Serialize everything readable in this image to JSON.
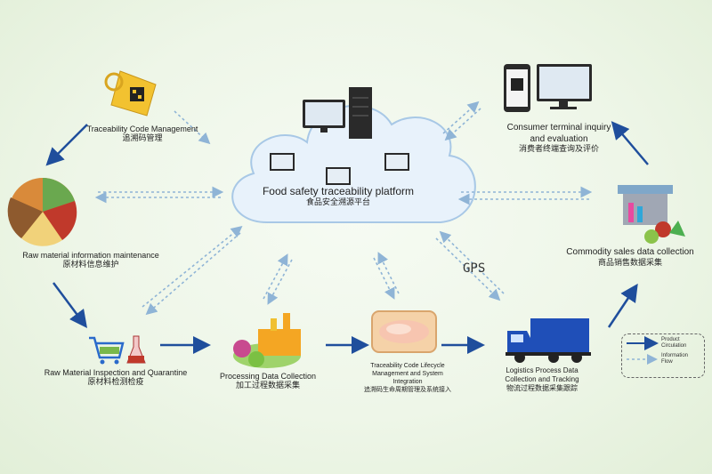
{
  "platform": {
    "en": "Food safety traceability platform",
    "zh": "食品安全溯源平台"
  },
  "nodes": {
    "code_mgmt": {
      "en": "Traceability Code Management",
      "zh": "追溯码管理"
    },
    "raw_info": {
      "en": "Raw material information maintenance",
      "zh": "原材料信息维护"
    },
    "inspection": {
      "en": "Raw Material Inspection and Quarantine",
      "zh": "原材料检测检疫"
    },
    "processing": {
      "en": "Processing Data Collection",
      "zh": "加工过程数据采集"
    },
    "lifecycle": {
      "en1": "Traceability Code Lifecycle",
      "en2": "Management and System",
      "en3": "Integration",
      "zh": "追溯码生命周期管理及系统接入"
    },
    "logistics": {
      "en1": "Logistics Process Data",
      "en2": "Collection and Tracking",
      "zh": "物流过程数据采集跟踪"
    },
    "sales": {
      "en": "Commodity sales data collection",
      "zh": "商品销售数据采集"
    },
    "consumer": {
      "en1": "Consumer terminal inquiry",
      "en2": "and evaluation",
      "zh": "消费者终端查询及评价"
    }
  },
  "gps_label": "GPS",
  "legend": {
    "product": "Product Circulation",
    "info": "Information Flow"
  },
  "colors": {
    "product_arrow": "#1f4e9c",
    "info_arrow": "#8fb4d6",
    "truck": "#1f4fb8"
  }
}
